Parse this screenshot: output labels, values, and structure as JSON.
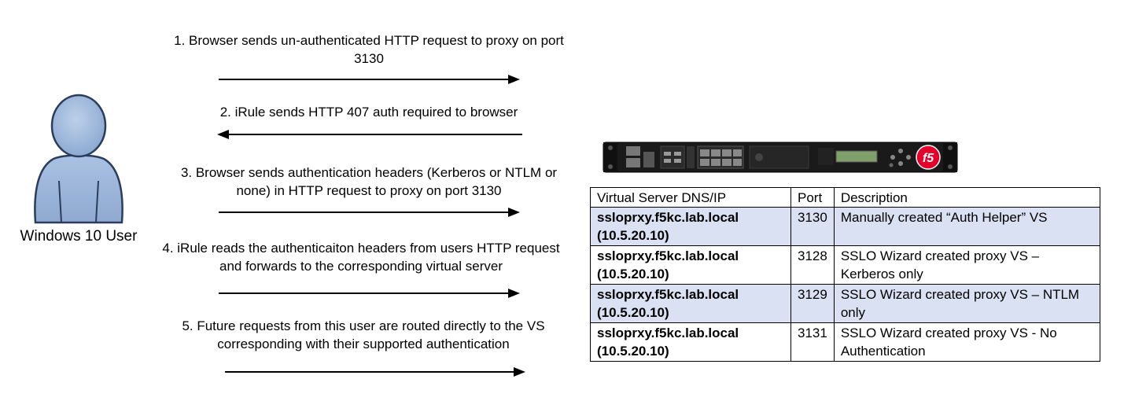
{
  "user": {
    "label": "Windows 10 User",
    "icon": "user-silhouette-icon"
  },
  "steps": [
    {
      "text": "1. Browser sends un-authenticated HTTP request to proxy on port 3130",
      "direction": "right"
    },
    {
      "text": "2. iRule sends HTTP 407 auth required to browser",
      "direction": "left"
    },
    {
      "text": "3. Browser sends authentication headers (Kerberos or NTLM or none) in HTTP request to proxy on port 3130",
      "direction": "right"
    },
    {
      "text": "4. iRule reads the authenticaiton headers from users HTTP request and forwards to the corresponding virtual server",
      "direction": "right"
    },
    {
      "text": "5. Future requests from this user are routed directly to the VS corresponding with their supported authentication",
      "direction": "right"
    }
  ],
  "appliance": {
    "icon": "f5-big-ip-appliance-icon",
    "logo_text": "f5"
  },
  "table": {
    "headers": [
      "Virtual Server DNS/IP",
      "Port",
      "Description"
    ],
    "rows": [
      {
        "dns": "ssloprxy.f5kc.lab.local",
        "ip": "(10.5.20.10)",
        "port": "3130",
        "description": "Manually created “Auth Helper” VS"
      },
      {
        "dns": "ssloprxy.f5kc.lab.local",
        "ip": "(10.5.20.10)",
        "port": "3128",
        "description": "SSLO Wizard created proxy VS – Kerberos only"
      },
      {
        "dns": "ssloprxy.f5kc.lab.local",
        "ip": "(10.5.20.10)",
        "port": "3129",
        "description": "SSLO Wizard created proxy VS – NTLM only"
      },
      {
        "dns": "ssloprxy.f5kc.lab.local",
        "ip": "(10.5.20.10)",
        "port": "3131",
        "description": "SSLO Wizard created proxy VS - No Authentication"
      }
    ],
    "shaded_color": "#d9e1f2"
  }
}
